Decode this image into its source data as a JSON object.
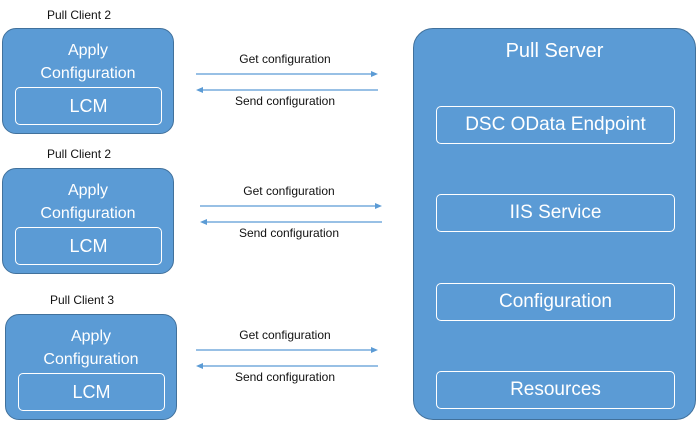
{
  "clients": [
    {
      "title": "Pull Client 2",
      "apply_line1": "Apply",
      "apply_line2": "Configuration",
      "lcm": "LCM"
    },
    {
      "title": "Pull Client 2",
      "apply_line1": "Apply",
      "apply_line2": "Configuration",
      "lcm": "LCM"
    },
    {
      "title": "Pull Client 3",
      "apply_line1": "Apply",
      "apply_line2": "Configuration",
      "lcm": "LCM"
    }
  ],
  "flows": [
    {
      "get": "Get configuration",
      "send": "Send configuration"
    },
    {
      "get": "Get configuration",
      "send": "Send configuration"
    },
    {
      "get": "Get configuration",
      "send": "Send configuration"
    }
  ],
  "server": {
    "title": "Pull Server",
    "items": [
      "DSC OData Endpoint",
      "IIS Service",
      "Configuration",
      "Resources"
    ]
  },
  "colors": {
    "box_fill": "#5b9bd5",
    "box_border": "#41719c",
    "arrow": "#5b9bd5"
  }
}
